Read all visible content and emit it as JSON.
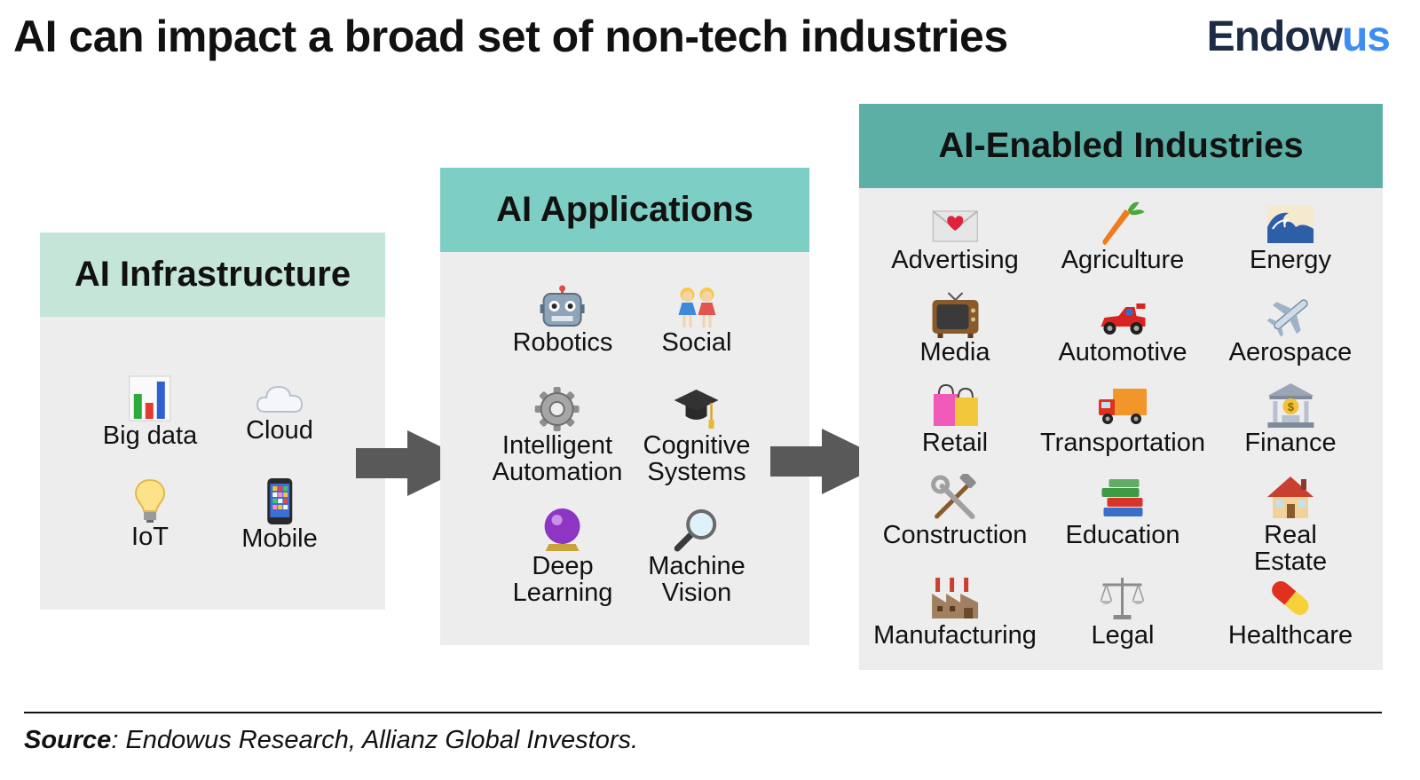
{
  "title": "AI can impact a broad set of non-tech industries",
  "logo": {
    "part1": "Endow",
    "part2": "us"
  },
  "panels": {
    "infrastructure": {
      "title": "AI Infrastructure",
      "items": [
        {
          "label": "Big data",
          "icon": "bar-chart-icon"
        },
        {
          "label": "Cloud",
          "icon": "cloud-icon"
        },
        {
          "label": "IoT",
          "icon": "light-bulb-icon"
        },
        {
          "label": "Mobile",
          "icon": "mobile-phone-icon"
        }
      ]
    },
    "applications": {
      "title": "AI Applications",
      "items": [
        {
          "label": "Robotics",
          "icon": "robot-icon"
        },
        {
          "label": "Social",
          "icon": "people-icon"
        },
        {
          "label": "Intelligent\nAutomation",
          "icon": "gear-icon"
        },
        {
          "label": "Cognitive\nSystems",
          "icon": "graduation-cap-icon"
        },
        {
          "label": "Deep\nLearning",
          "icon": "crystal-ball-icon"
        },
        {
          "label": "Machine\nVision",
          "icon": "magnifier-icon"
        }
      ]
    },
    "industries": {
      "title": "AI-Enabled Industries",
      "items": [
        {
          "label": "Advertising",
          "icon": "love-letter-icon"
        },
        {
          "label": "Agriculture",
          "icon": "carrot-icon"
        },
        {
          "label": "Energy",
          "icon": "wave-icon"
        },
        {
          "label": "Media",
          "icon": "television-icon"
        },
        {
          "label": "Automotive",
          "icon": "race-car-icon"
        },
        {
          "label": "Aerospace",
          "icon": "airplane-icon"
        },
        {
          "label": "Retail",
          "icon": "shopping-bags-icon"
        },
        {
          "label": "Transportation",
          "icon": "delivery-truck-icon"
        },
        {
          "label": "Finance",
          "icon": "bank-icon"
        },
        {
          "label": "Construction",
          "icon": "hammer-wrench-icon"
        },
        {
          "label": "Education",
          "icon": "books-icon"
        },
        {
          "label": "Real Estate",
          "icon": "house-icon"
        },
        {
          "label": "Manufacturing",
          "icon": "factory-icon"
        },
        {
          "label": "Legal",
          "icon": "scales-icon"
        },
        {
          "label": "Healthcare",
          "icon": "pill-icon"
        }
      ]
    }
  },
  "source": {
    "label": "Source",
    "text": ": Endowus Research, Allianz Global Investors."
  },
  "colors": {
    "infrastructure_header": "#c5e5d8",
    "applications_header": "#7dcec4",
    "industries_header": "#5bafa4",
    "panel_body": "#ededed",
    "arrow": "#595959",
    "logo_dark": "#1e2b45",
    "logo_blue": "#3d8ef0"
  }
}
